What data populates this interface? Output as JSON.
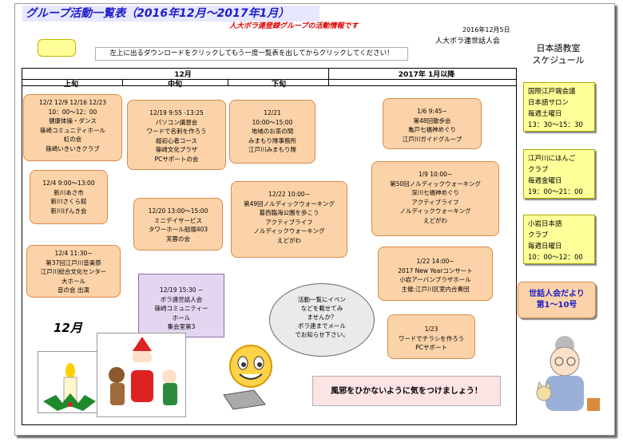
{
  "header": {
    "title": "グループ活動一覧表（2016年12月～2017年1月）",
    "subtitle": "人大ボラ連登録グループの活動情報です",
    "date": "2016年12月5日",
    "org": "人大ボラ連世話人会",
    "instruction": "左上に出るダウンロードをクリックしてもう一度一覧表を出してからクリックしてください！"
  },
  "side_header": [
    "日本語教室",
    "スケジュール"
  ],
  "columns": {
    "month_dec": "12月",
    "month_jan": "2017年 1月以降",
    "jouju": "上旬",
    "chuujun": "中旬",
    "gejun": "下旬"
  },
  "events": {
    "e1": [
      "12/2 12/9 12/16 12/23",
      "10：00～12：00",
      "健康体操・ダンス",
      "篠崎コミュニティホール",
      "虹の会",
      "篠崎いきいきクラブ"
    ],
    "e2": [
      "12/4  9:00～13:00",
      "新川あさ市",
      "新川さくら館",
      "新川げんき会"
    ],
    "e3": [
      "12/4 11:30~",
      "第37回江戸川音楽祭",
      "江戸川総合文化センター",
      "大ホール",
      "音の会  出演"
    ],
    "e4": [
      "12/19  9:55  -13:25",
      "パソコン講習会",
      "ワードで名刺を作ろう",
      "超初心者コース",
      "篠崎文化プラザ",
      "PCサポートの会"
    ],
    "e5": [
      "12/20    13:00～15:00",
      "ミニデイサービス",
      "タワーホール船堀403",
      "芙蓉の会"
    ],
    "e6": [
      "12/19  15:30 ~",
      "ボラ連世話人会",
      "篠崎コミュニティー",
      "ホール",
      "集会室第3"
    ],
    "e7": [
      "12/21",
      "10:00～15:00",
      "地域のお茶の間",
      "みまもり隊事務所",
      "江戸川みまもり隊"
    ],
    "e8": [
      "12/22    10:00~",
      "第49回ノルディックウォーキング",
      "葛西臨海公園を歩こう",
      "アクティブライフ",
      "ノルディックウォーキング",
      "えどがわ"
    ],
    "e9": [
      "1/6 9:45~",
      "第48回散歩会",
      "亀戸七福神めぐり",
      "江戸川ガイドグループ"
    ],
    "e10": [
      "1/9  10:00~",
      "第50回ノルディックウォーキング",
      "深川七福神めぐり",
      "アクティブライフ",
      "ノルディックウォーキング",
      "えどがわ"
    ],
    "e11": [
      "1/22   14:00~",
      "2017 New Yearコンサート",
      "小岩アーバンプラザホール",
      "主催:江戸川区室内合奏団"
    ],
    "e12": [
      "1/23",
      "ワードでチラシを作ろう",
      "PCサポート"
    ]
  },
  "cloud_text": [
    "活動一覧にイベン",
    "などを載せてみ",
    "ませんか？",
    "ボラ連までメール",
    "でお知らせ下さい。"
  ],
  "warning": "風邪をひかないように気をつけましょう！",
  "december_label": "12月",
  "side_boxes": {
    "s1": [
      "国際江戸端会議",
      "日本語サロン",
      "毎週土曜日",
      "13：30～15：30"
    ],
    "s2": [
      "江戸川にほんご",
      "クラブ",
      "毎週金曜日",
      "19：00～21：00"
    ],
    "s3": [
      "小岩日本語",
      "クラブ",
      "毎週日曜日",
      "10：00～12：00"
    ]
  },
  "tayori": [
    "世話人会だより",
    "第1～10号"
  ]
}
